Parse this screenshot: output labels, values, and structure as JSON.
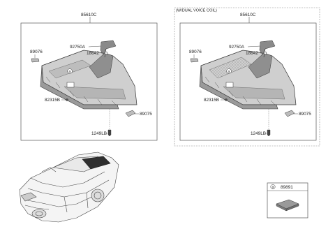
{
  "variant_label": "(W/DUAL VOICE COIL)",
  "left_assembly": {
    "main_part": "85610C",
    "bracket": "92750A",
    "clip": "18642",
    "end_cap_left": "89076",
    "end_cap_right": "89075",
    "screw": "82315B",
    "bolt": "1249LB",
    "circle_ref": "a"
  },
  "right_assembly": {
    "main_part": "85610C",
    "bracket": "92750A",
    "clip": "18642",
    "end_cap_left": "89076",
    "end_cap_right": "89075",
    "screw": "82315B",
    "bolt": "1249LB",
    "circle_ref": "a"
  },
  "detail": {
    "circle_ref": "a",
    "part": "89891"
  },
  "colors": {
    "line": "#333333",
    "tray_fill": "#c9c9c9",
    "tray_dark": "#8c8c8c",
    "frame": "#555555",
    "dashed_frame": "#888888"
  }
}
